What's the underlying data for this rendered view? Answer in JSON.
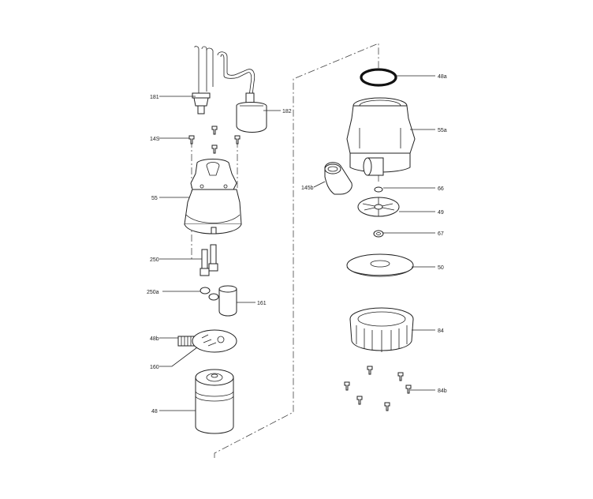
{
  "callouts": {
    "c181": "181",
    "c182": "182",
    "c14s": "14S",
    "c55": "55",
    "c250": "250",
    "c250a": "250a",
    "c161": "161",
    "c48b": "48b",
    "c160": "160",
    "c48": "48",
    "c48a": "48a",
    "c55a": "55a",
    "c145b": "145b",
    "c66": "66",
    "c49": "49",
    "c67": "67",
    "c50": "50",
    "c84": "84",
    "c84b": "84b"
  }
}
